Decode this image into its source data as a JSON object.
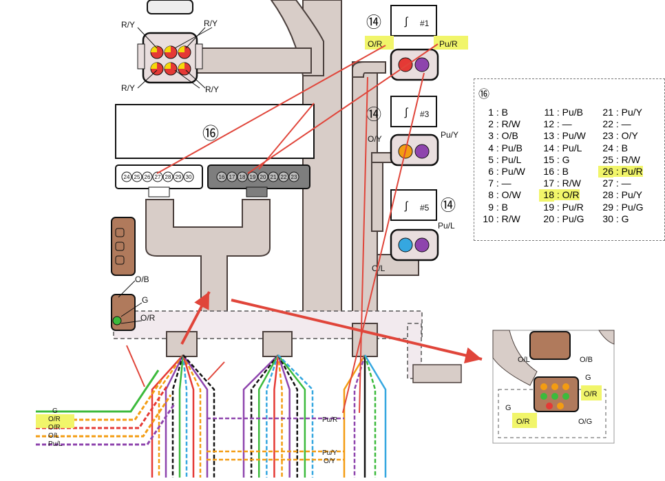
{
  "colors": {
    "harness": "#d8cdc8",
    "harness_stroke": "#4a3f3c",
    "connector_gray": "#8a8a8a",
    "connector_brown": "#b07a5c",
    "highlight": "#f1f56a",
    "arrow_red": "#e0453a",
    "wire_red": "#e53935",
    "wire_orange": "#f39c12",
    "wire_purple": "#8e44ad",
    "wire_green": "#3cba3c",
    "wire_blue": "#35a7e0",
    "wire_black": "#111111"
  },
  "callouts": {
    "c14": "⑭",
    "c16": "⑯"
  },
  "coils": [
    "#1",
    "#3",
    "#5"
  ],
  "left_connector_labels": [
    "R/Y",
    "R/Y",
    "R/Y",
    "R/Y"
  ],
  "ecu_pins_left": [
    "24",
    "25",
    "26",
    "27",
    "28",
    "29",
    "30"
  ],
  "ecu_pins_right": [
    "16",
    "17",
    "18",
    "19",
    "20",
    "21",
    "22",
    "23"
  ],
  "coil_connectors": [
    {
      "left": "O/R",
      "right": "Pu/R"
    },
    {
      "left": "O/Y",
      "right": "Pu/Y"
    },
    {
      "left": "O/L",
      "right": "Pu/L"
    }
  ],
  "mid_left_labels": [
    "O/B",
    "G",
    "O/R"
  ],
  "wire_labels_left": [
    "G",
    "O/R",
    "O/R",
    "O/L",
    "Pu/L"
  ],
  "wire_labels_mid": [
    "Pu/R",
    "Pu/Y",
    "O/Y"
  ],
  "inset_labels": [
    "O/L",
    "O/B",
    "G",
    "O/R",
    "G",
    "O/R",
    "O/G"
  ],
  "pin_legend": {
    "title": "⑯",
    "columns": [
      [
        {
          "n": "1",
          "v": ": B"
        },
        {
          "n": "2",
          "v": ": R/W"
        },
        {
          "n": "3",
          "v": ": O/B"
        },
        {
          "n": "4",
          "v": ": Pu/B"
        },
        {
          "n": "5",
          "v": ": Pu/L"
        },
        {
          "n": "6",
          "v": ": Pu/W"
        },
        {
          "n": "7",
          "v": ": —"
        },
        {
          "n": "8",
          "v": ": O/W"
        },
        {
          "n": "9",
          "v": ": B"
        },
        {
          "n": "10",
          "v": ": R/W"
        }
      ],
      [
        {
          "n": "11",
          "v": ": Pu/B"
        },
        {
          "n": "12",
          "v": ": —"
        },
        {
          "n": "13",
          "v": ": Pu/W"
        },
        {
          "n": "14",
          "v": ": Pu/L"
        },
        {
          "n": "15",
          "v": ": G"
        },
        {
          "n": "16",
          "v": ": B"
        },
        {
          "n": "17",
          "v": ": R/W"
        },
        {
          "n": "18",
          "v": ": O/R",
          "hl": true
        },
        {
          "n": "19",
          "v": ": Pu/R"
        },
        {
          "n": "20",
          "v": ": Pu/G"
        }
      ],
      [
        {
          "n": "21",
          "v": ": Pu/Y"
        },
        {
          "n": "22",
          "v": ": —"
        },
        {
          "n": "23",
          "v": ": O/Y"
        },
        {
          "n": "24",
          "v": ": B"
        },
        {
          "n": "25",
          "v": ": R/W"
        },
        {
          "n": "26",
          "v": ": Pu/R",
          "hl": true
        },
        {
          "n": "27",
          "v": ": —"
        },
        {
          "n": "28",
          "v": ": Pu/Y"
        },
        {
          "n": "29",
          "v": ": Pu/G"
        },
        {
          "n": "30",
          "v": ": G"
        }
      ]
    ]
  }
}
